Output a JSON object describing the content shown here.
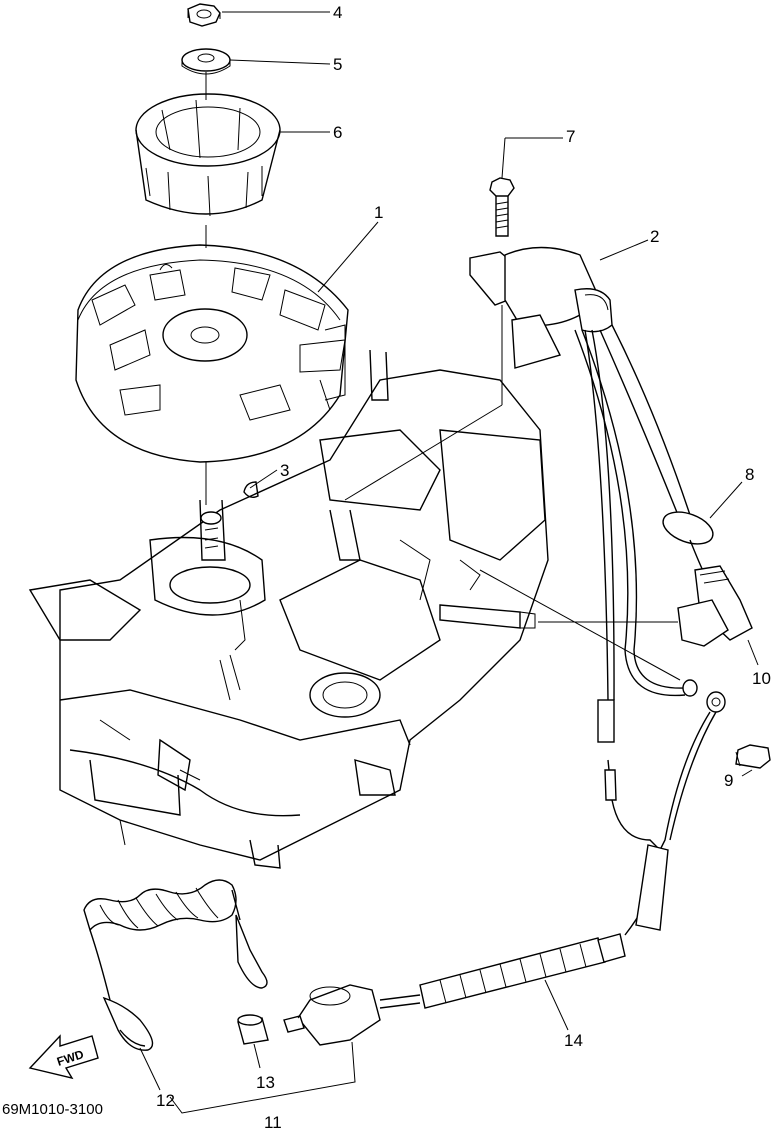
{
  "diagram": {
    "code": "69M1010-3100",
    "direction_label": "FWD",
    "callouts": [
      {
        "id": "1",
        "part": "flywheel"
      },
      {
        "id": "2",
        "part": "ignition-coil"
      },
      {
        "id": "3",
        "part": "woodruff-key"
      },
      {
        "id": "4",
        "part": "nut"
      },
      {
        "id": "5",
        "part": "washer"
      },
      {
        "id": "6",
        "part": "starter-pulley"
      },
      {
        "id": "7",
        "part": "bolt"
      },
      {
        "id": "8",
        "part": "grommet"
      },
      {
        "id": "9",
        "part": "bolt"
      },
      {
        "id": "10",
        "part": "spark-plug-cap"
      },
      {
        "id": "11",
        "part": "engine-stop-switch-assy"
      },
      {
        "id": "12",
        "part": "lanyard-clip"
      },
      {
        "id": "13",
        "part": "cap"
      },
      {
        "id": "14",
        "part": "tube"
      }
    ]
  }
}
